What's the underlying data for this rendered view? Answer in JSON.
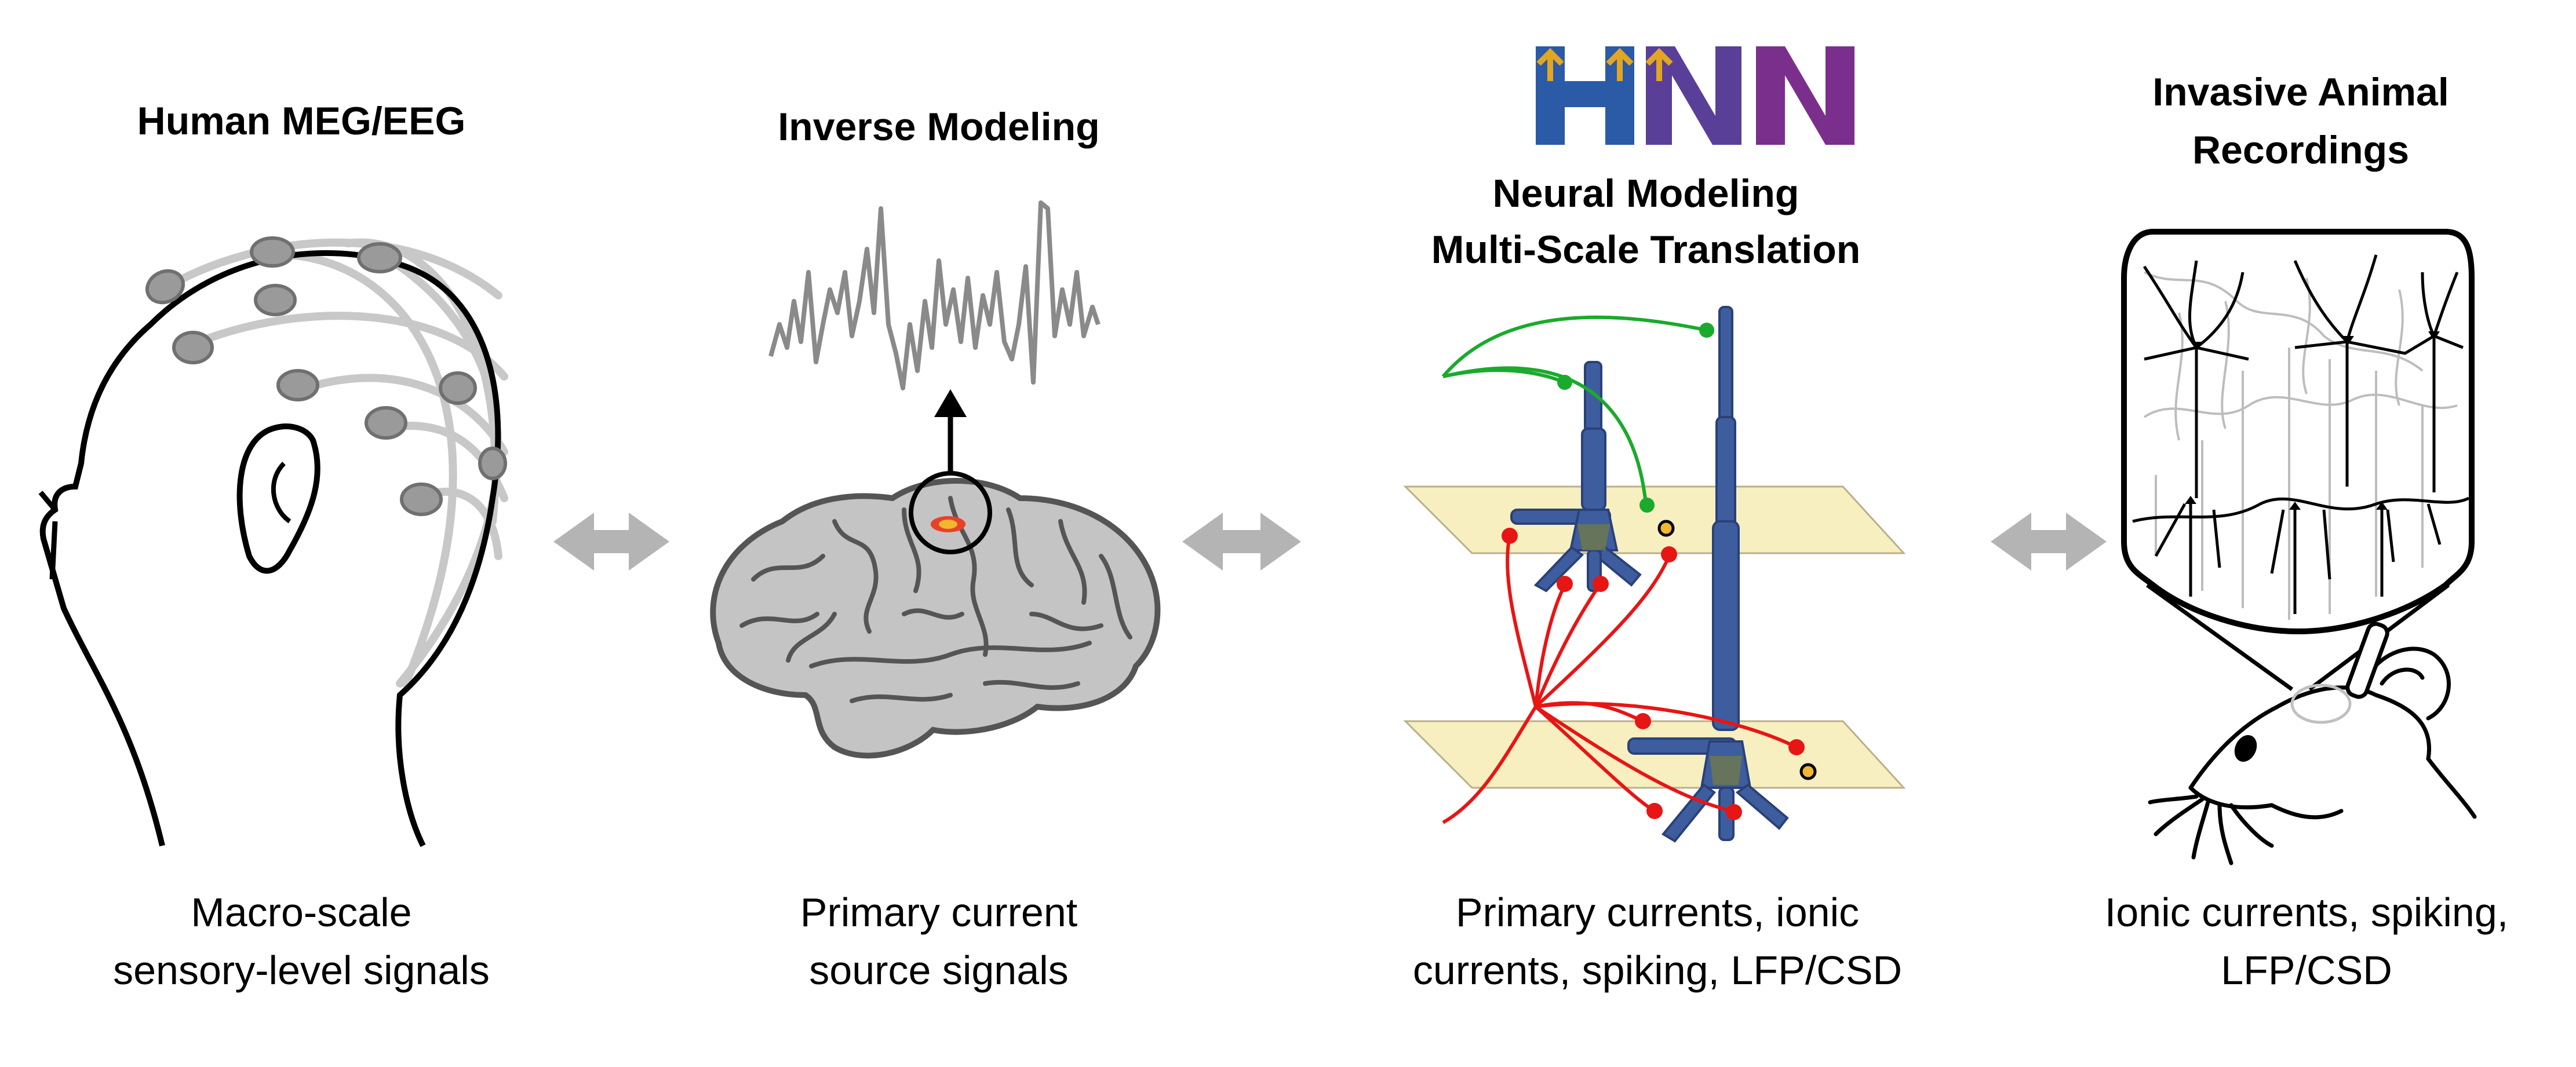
{
  "panels": [
    {
      "title": "Human MEG/EEG",
      "caption_line1": "Macro-scale",
      "caption_line2": "sensory-level signals"
    },
    {
      "title": "Inverse Modeling",
      "caption_line1": "Primary current",
      "caption_line2": "source signals"
    },
    {
      "title_line1": "Neural Modeling",
      "title_line2": "Multi-Scale Translation",
      "logo_text": "HNN",
      "caption_line1": "Primary currents, ionic",
      "caption_line2": "currents, spiking, LFP/CSD"
    },
    {
      "title_line1": "Invasive Animal",
      "title_line2": "Recordings",
      "caption_line1": "Ionic currents, spiking,",
      "caption_line2": "LFP/CSD"
    }
  ],
  "colors": {
    "arrow": "#b4b4b4",
    "electrode": "#9a9a9a",
    "neuron": "#3e5d9e",
    "excitatory": "#1aaa2c",
    "inhibitory": "#e81515",
    "layer": "#f7efc0",
    "logo_blue": "#2b5aa6",
    "logo_purple": "#7b2f8c",
    "logo_gold": "#e2a623"
  }
}
